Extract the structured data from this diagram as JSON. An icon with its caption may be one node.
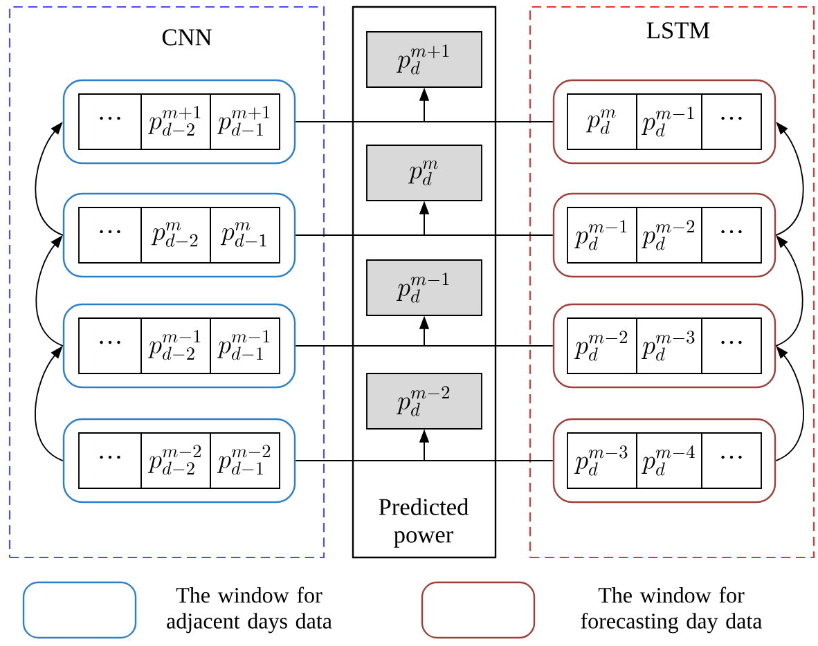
{
  "diagram": {
    "nodes": [
      {
        "text": [
          "CNN"
        ]
      },
      {
        "text": [],
        "shape": "box",
        "in": 0
      },
      {
        "text": [
          "···"
        ],
        "in": 1
      },
      {
        "text": [
          "p_{d-2}^{m+1}"
        ],
        "in": 1
      },
      {
        "text": [
          "p_{d-1}^{m+1}"
        ],
        "in": 1
      },
      {
        "text": [],
        "shape": "box",
        "in": 0
      },
      {
        "text": [
          "···"
        ],
        "in": 5
      },
      {
        "text": [
          "p_{d-2}^{m}"
        ],
        "in": 5
      },
      {
        "text": [
          "p_{d-1}^{m}"
        ],
        "in": 5
      },
      {
        "text": [],
        "shape": "box",
        "in": 0
      },
      {
        "text": [
          "···"
        ],
        "in": 9
      },
      {
        "text": [
          "p_{d-2}^{m-1}"
        ],
        "in": 9
      },
      {
        "text": [
          "p_{d-1}^{m-1}"
        ],
        "in": 9
      },
      {
        "text": [],
        "shape": "box",
        "in": 0
      },
      {
        "text": [
          "···"
        ],
        "in": 13
      },
      {
        "text": [
          "p_{d-2}^{m-2}"
        ],
        "in": 13
      },
      {
        "text": [
          "p_{d-1}^{m-2}"
        ],
        "in": 13
      },
      {
        "text": [
          "Predicted power"
        ]
      },
      {
        "text": [
          "p_{d}^{m+1}"
        ],
        "in": 17
      },
      {
        "text": [
          "p_{d}^{m}"
        ],
        "in": 17
      },
      {
        "text": [
          "p_{d}^{m-1}"
        ],
        "in": 17
      },
      {
        "text": [
          "p_{d}^{m-2}"
        ],
        "in": 17
      },
      {
        "text": [
          "LSTM"
        ]
      },
      {
        "text": [],
        "shape": "box",
        "in": 22
      },
      {
        "text": [
          "p_{d}^{m}"
        ],
        "in": 23
      },
      {
        "text": [
          "p_{d}^{m-1}"
        ],
        "in": 23
      },
      {
        "text": [
          "···"
        ],
        "in": 23
      },
      {
        "text": [],
        "shape": "box",
        "in": 22
      },
      {
        "text": [
          "p_{d}^{m-1}"
        ],
        "in": 27
      },
      {
        "text": [
          "p_{d}^{m-2}"
        ],
        "in": 27
      },
      {
        "text": [
          "···"
        ],
        "in": 27
      },
      {
        "text": [],
        "shape": "box",
        "in": 22
      },
      {
        "text": [
          "p_{d}^{m-2}"
        ],
        "in": 31
      },
      {
        "text": [
          "p_{d}^{m-3}"
        ],
        "in": 31
      },
      {
        "text": [
          "···"
        ],
        "in": 31
      },
      {
        "text": [],
        "shape": "box",
        "in": 22
      },
      {
        "text": [
          "p_{d}^{m-3}"
        ],
        "in": 35
      },
      {
        "text": [
          "p_{d}^{m-4}"
        ],
        "in": 35
      },
      {
        "text": [
          "···"
        ],
        "in": 35
      }
    ],
    "edges": [
      {
        "from": 13,
        "to": 9,
        "arrow": "to"
      },
      {
        "from": 9,
        "to": 5,
        "arrow": "to"
      },
      {
        "from": 5,
        "to": 1,
        "arrow": "to"
      },
      {
        "from": 1,
        "to": 18,
        "arrow": "to"
      },
      {
        "from": 23,
        "to": 18,
        "arrow": "to"
      },
      {
        "from": 5,
        "to": 19,
        "arrow": "to"
      },
      {
        "from": 27,
        "to": 19,
        "arrow": "to"
      },
      {
        "from": 9,
        "to": 20,
        "arrow": "to"
      },
      {
        "from": 31,
        "to": 20,
        "arrow": "to"
      },
      {
        "from": 13,
        "to": 21,
        "arrow": "to"
      },
      {
        "from": 35,
        "to": 21,
        "arrow": "to"
      },
      {
        "from": 35,
        "to": 31,
        "arrow": "to"
      },
      {
        "from": 31,
        "to": 27,
        "arrow": "to"
      },
      {
        "from": 27,
        "to": 23,
        "arrow": "to"
      }
    ],
    "legend": [
      {
        "text": "The window for adjacent days data",
        "color": "#2a7fcc"
      },
      {
        "text": "The window for forecasting day  data",
        "color": "#9e3f3a"
      }
    ]
  }
}
